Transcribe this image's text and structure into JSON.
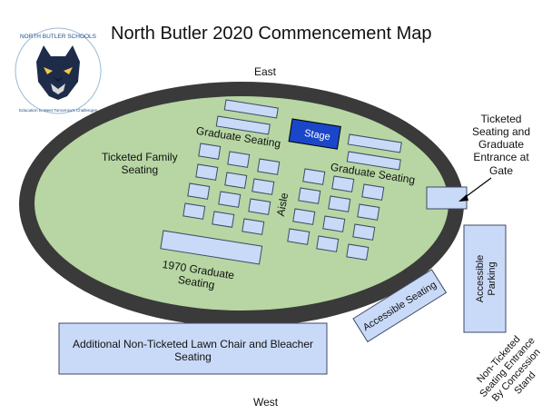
{
  "header": {
    "title": "North Butler 2020 Commencement Map",
    "logo_text": "NORTH BUTLER SCHOOLS · Education to Meet Tomorrow's Challenges"
  },
  "compass": {
    "north_side": "East",
    "south_side": "West"
  },
  "labels": {
    "stage": "Stage",
    "graduate_seating_left": "Graduate Seating",
    "graduate_seating_right": "Graduate Seating",
    "ticketed_family_line1": "Ticketed Family",
    "ticketed_family_line2": "Seating",
    "aisle": "Aisle",
    "grad1970_line1": "1970 Graduate",
    "grad1970_line2": "Seating",
    "ticketed_gate_line1": "Ticketed",
    "ticketed_gate_line2": "Seating and",
    "ticketed_gate_line3": "Graduate",
    "ticketed_gate_line4": "Entrance at",
    "ticketed_gate_line5": "Gate",
    "accessible_seating": "Accessible Seating",
    "accessible_parking_line1": "Accessible",
    "accessible_parking_line2": "Parking",
    "lawn_line1": "Additional Non-Ticketed Lawn Chair and Bleacher",
    "lawn_line2": "Seating",
    "nonticketed_line1": "Non-Ticketed",
    "nonticketed_line2": "Seating Entrance",
    "nonticketed_line3": "By Concession",
    "nonticketed_line4": "Stand"
  },
  "colors": {
    "track": "#3a3a3a",
    "field": "#b7d6a3",
    "seat_fill": "#c9daf8",
    "seat_stroke": "#3d4a63",
    "stage_fill": "#1a47c9"
  }
}
